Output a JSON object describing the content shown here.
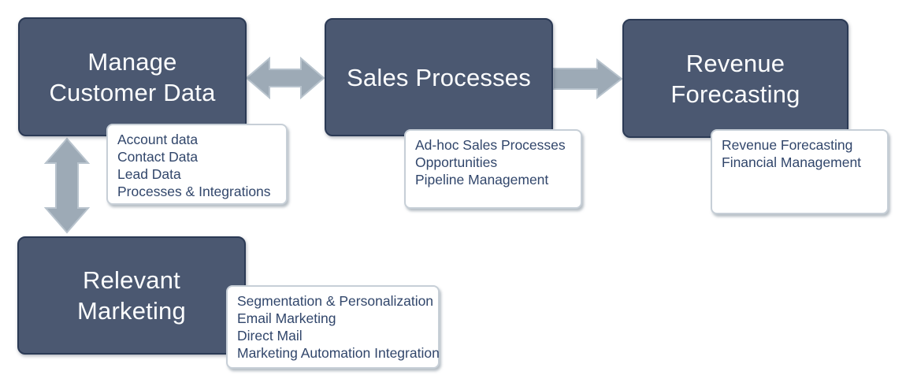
{
  "diagram": {
    "type": "flowchart",
    "nodes": [
      {
        "id": "manage-customer-data",
        "label": "Manage Customer Data",
        "lines": [
          "Manage",
          "Customer Data"
        ]
      },
      {
        "id": "sales-processes",
        "label": "Sales Processes",
        "lines": [
          "Sales Processes"
        ]
      },
      {
        "id": "revenue-forecasting",
        "label": "Revenue Forecasting",
        "lines": [
          "Revenue",
          "Forecasting"
        ]
      },
      {
        "id": "relevant-marketing",
        "label": "Relevant Marketing",
        "lines": [
          "Relevant",
          "Marketing"
        ]
      }
    ],
    "notes": [
      {
        "attached_to": "manage-customer-data",
        "items": [
          "Account data",
          "Contact Data",
          "Lead Data",
          "Processes & Integrations"
        ]
      },
      {
        "attached_to": "sales-processes",
        "items": [
          "Ad-hoc Sales Processes",
          "Opportunities",
          "Pipeline Management"
        ]
      },
      {
        "attached_to": "revenue-forecasting",
        "items": [
          "Revenue Forecasting",
          "Financial Management"
        ]
      },
      {
        "attached_to": "relevant-marketing",
        "items": [
          "Segmentation & Personalization",
          "Email Marketing",
          "Direct Mail",
          "Marketing Automation Integration"
        ]
      }
    ],
    "connectors": [
      {
        "from": "manage-customer-data",
        "to": "sales-processes",
        "direction": "bidirectional"
      },
      {
        "from": "sales-processes",
        "to": "revenue-forecasting",
        "direction": "one-way"
      },
      {
        "from": "manage-customer-data",
        "to": "relevant-marketing",
        "direction": "bidirectional"
      }
    ],
    "colors": {
      "node_fill": "#4B5871",
      "node_border": "#2B3A55",
      "node_text": "#FCFDFE",
      "note_fill": "#FFFFFF",
      "note_border": "#C7CFD7",
      "note_text": "#31466B",
      "arrow_fill": "#9DAAB6",
      "arrow_border": "#B8C3CD",
      "background": "#FFFFFF"
    }
  }
}
